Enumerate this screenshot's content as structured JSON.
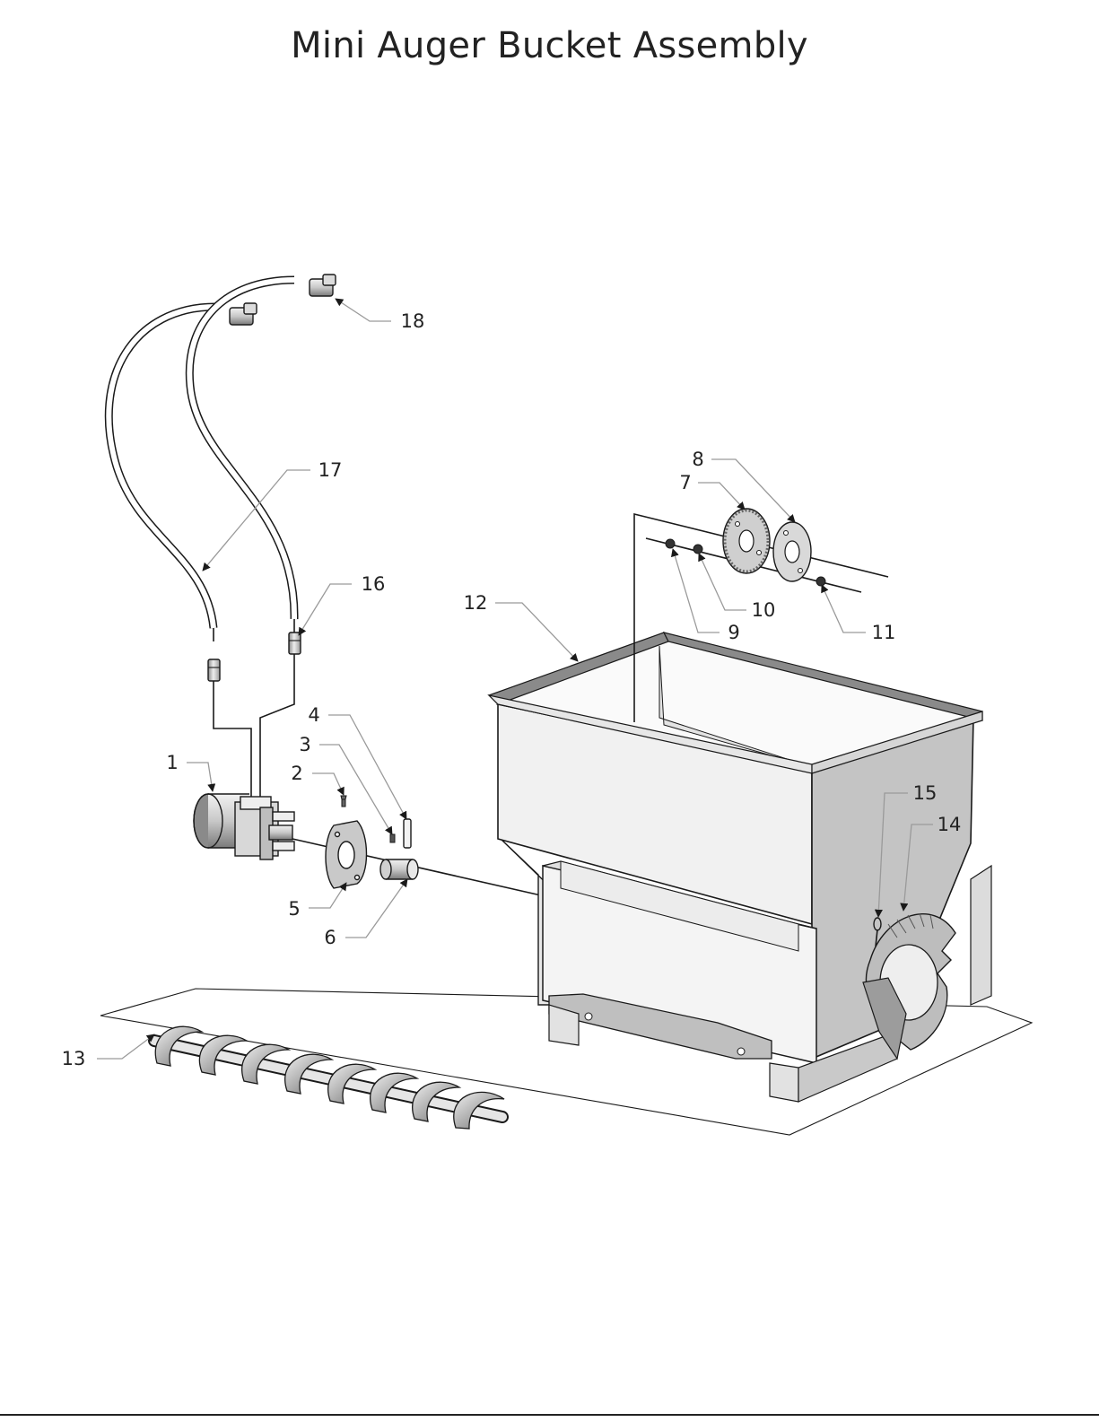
{
  "title": "Mini Auger Bucket Assembly",
  "callouts": [
    {
      "id": "1",
      "label": "1"
    },
    {
      "id": "2",
      "label": "2"
    },
    {
      "id": "3",
      "label": "3"
    },
    {
      "id": "4",
      "label": "4"
    },
    {
      "id": "5",
      "label": "5"
    },
    {
      "id": "6",
      "label": "6"
    },
    {
      "id": "7",
      "label": "7"
    },
    {
      "id": "8",
      "label": "8"
    },
    {
      "id": "9",
      "label": "9"
    },
    {
      "id": "10",
      "label": "10"
    },
    {
      "id": "11",
      "label": "11"
    },
    {
      "id": "12",
      "label": "12"
    },
    {
      "id": "13",
      "label": "13"
    },
    {
      "id": "14",
      "label": "14"
    },
    {
      "id": "15",
      "label": "15"
    },
    {
      "id": "16",
      "label": "16"
    },
    {
      "id": "17",
      "label": "17"
    },
    {
      "id": "18",
      "label": "18"
    }
  ]
}
